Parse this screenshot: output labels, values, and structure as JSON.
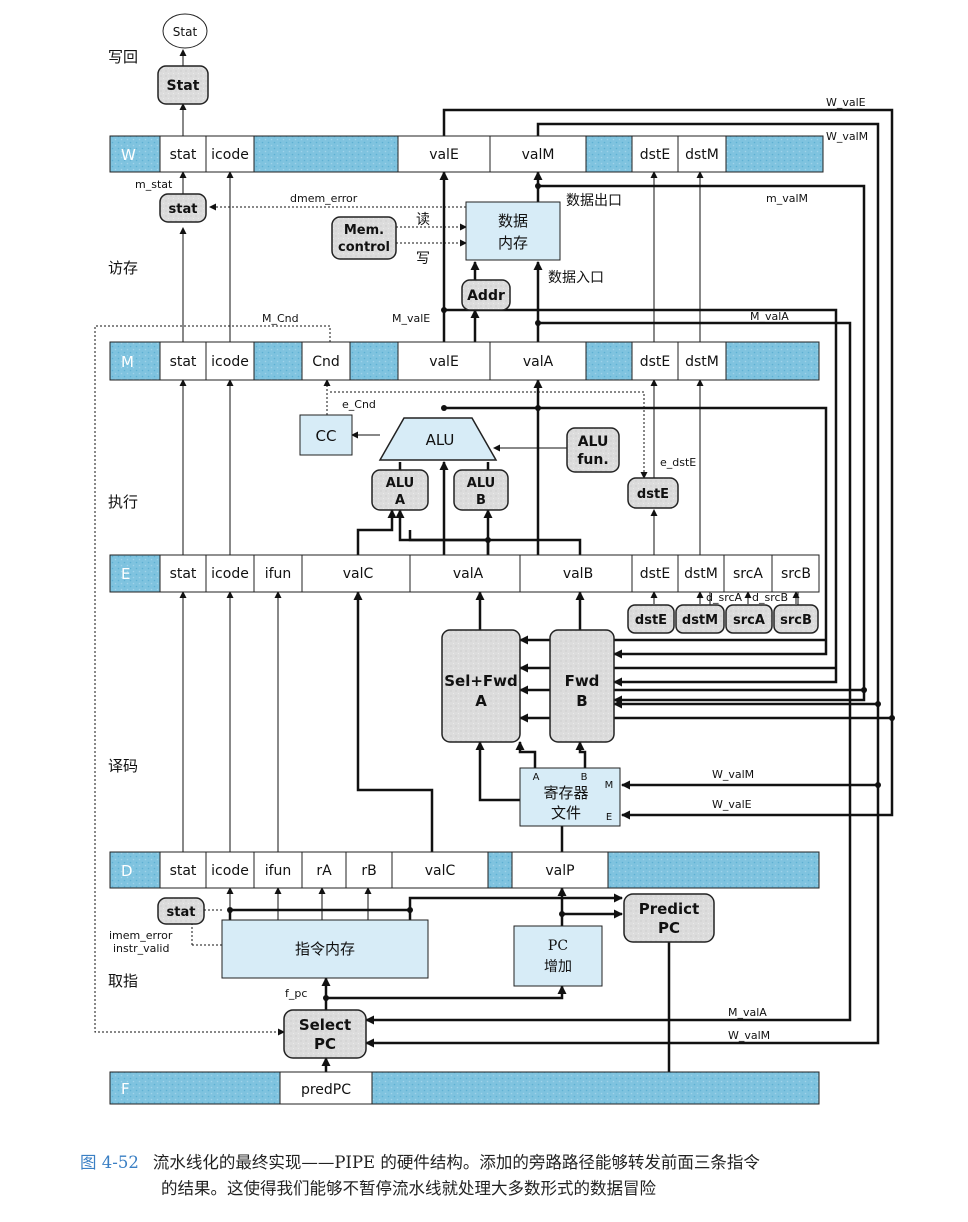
{
  "stages": {
    "writeback": "写回",
    "memory": "访存",
    "execute": "执行",
    "decode": "译码",
    "fetch": "取指"
  },
  "pipeline_regs": {
    "W": {
      "label": "W",
      "fields": [
        "stat",
        "icode",
        "valE",
        "valM",
        "dstE",
        "dstM"
      ]
    },
    "M": {
      "label": "M",
      "fields": [
        "stat",
        "icode",
        "Cnd",
        "valE",
        "valA",
        "dstE",
        "dstM"
      ]
    },
    "E": {
      "label": "E",
      "fields": [
        "stat",
        "icode",
        "ifun",
        "valC",
        "valA",
        "valB",
        "dstE",
        "dstM",
        "srcA",
        "srcB"
      ]
    },
    "D": {
      "label": "D",
      "fields": [
        "stat",
        "icode",
        "ifun",
        "rA",
        "rB",
        "valC",
        "valP"
      ]
    },
    "F": {
      "label": "F",
      "fields": [
        "predPC"
      ]
    }
  },
  "blocks": {
    "stat_out": "Stat",
    "stat_w": "Stat",
    "stat_m": "stat",
    "stat_f": "stat",
    "mem_control": [
      "Mem.",
      "control"
    ],
    "data_mem": [
      "数据",
      "内存"
    ],
    "addr": "Addr",
    "cc": "CC",
    "alu": "ALU",
    "alu_fun": [
      "ALU",
      "fun."
    ],
    "alu_a": [
      "ALU",
      "A"
    ],
    "alu_b": [
      "ALU",
      "B"
    ],
    "dste_e": "dstE",
    "d_dstE": "dstE",
    "d_dstM": "dstM",
    "d_srcA": "srcA",
    "d_srcB": "srcB",
    "sel_fwd_a": [
      "Sel+Fwd",
      "A"
    ],
    "fwd_b": [
      "Fwd",
      "B"
    ],
    "regfile": [
      "寄存器",
      "文件"
    ],
    "regfile_ports": {
      "A": "A",
      "B": "B",
      "M": "M",
      "E": "E"
    },
    "instr_mem": "指令内存",
    "pc_inc": [
      "PC",
      "增加"
    ],
    "predict_pc": [
      "Predict",
      "PC"
    ],
    "select_pc": [
      "Select",
      "PC"
    ]
  },
  "signals": {
    "W_valE": "W_valE",
    "W_valM": "W_valM",
    "m_valM": "m_valM",
    "m_stat": "m_stat",
    "dmem_error": "dmem_error",
    "read": "读",
    "write": "写",
    "data_out": "数据出口",
    "data_in": "数据入口",
    "M_Cnd": "M_Cnd",
    "M_valE": "M_valE",
    "M_valA": "M_valA",
    "e_Cnd": "e_Cnd",
    "e_dstE": "e_dstE",
    "d_srcA": "d_srcA",
    "d_srcB": "d_srcB",
    "W_valM_rf": "W_valM",
    "W_valE_rf": "W_valE",
    "imem_error": "imem_error",
    "instr_valid": "instr_valid",
    "f_pc": "f_pc",
    "M_valA_f": "M_valA",
    "W_valM_f": "W_valM"
  },
  "caption": {
    "number": "图 4-52",
    "line1": "流水线化的最终实现——PIPE 的硬件结构。添加的旁路路径能够转发前面三条指令",
    "line2": "的结果。这使得我们能够不暂停流水线就处理大多数形式的数据冒险"
  },
  "colors": {
    "pipeline_fill": "#7fc3df",
    "block_fill": "#d7ecf7",
    "logic_fill": "#dddddd",
    "caption_number": "#3a7fc4"
  }
}
